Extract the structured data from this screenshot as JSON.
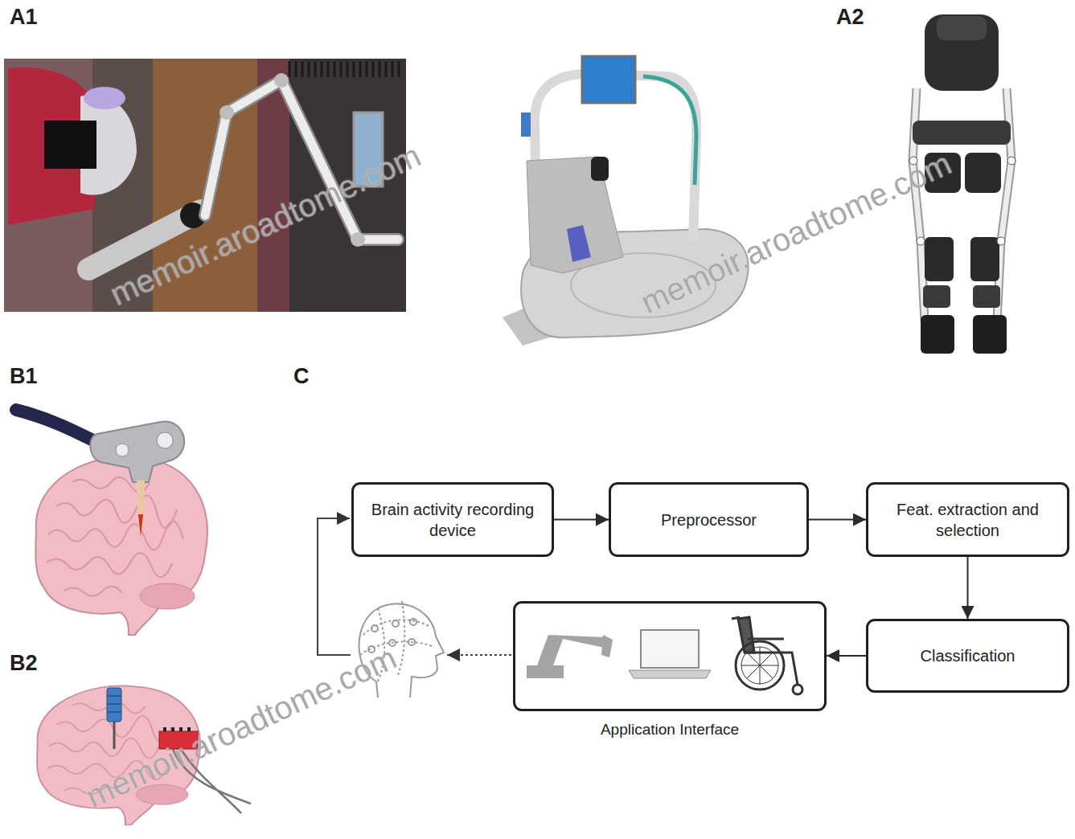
{
  "diagram": {
    "nodes": [
      {
        "text": [
          "Brain activity recording device"
        ]
      },
      {
        "text": [
          "Preprocessor"
        ]
      },
      {
        "text": [
          "Feat. extraction and selection"
        ]
      },
      {
        "text": [
          "Classification"
        ]
      },
      {
        "text": [
          "Application Interface"
        ]
      }
    ],
    "edges": [
      {
        "from": 0,
        "to": 1,
        "arrow": "to"
      },
      {
        "from": 1,
        "to": 2,
        "arrow": "to"
      },
      {
        "from": 2,
        "to": 3,
        "arrow": "to"
      },
      {
        "from": 3,
        "to": 4,
        "arrow": "to"
      }
    ],
    "labels": [
      "A1",
      "A2",
      "B1",
      "B2",
      "C",
      "memoir.aroadtome.com",
      "memoir.aroadtome.com",
      "memoir.aroadtome.com"
    ]
  }
}
